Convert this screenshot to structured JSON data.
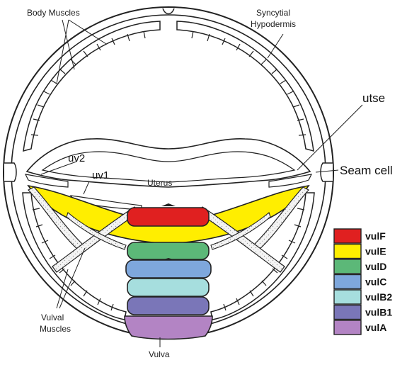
{
  "labels": {
    "body_muscles": "Body Muscles",
    "syncytial_line1": "Syncytial",
    "syncytial_line2": "Hypodermis",
    "utse": "utse",
    "seam_cell": "Seam cell",
    "uv2": "uv2",
    "uv1": "uv1",
    "uterus": "Uterus",
    "vulval_line1": "Vulval",
    "vulval_line2": "Muscles",
    "vulva": "Vulva"
  },
  "legend": [
    {
      "name": "vulF",
      "color": "#e02020"
    },
    {
      "name": "vulE",
      "color": "#ffee00"
    },
    {
      "name": "vulD",
      "color": "#5cb878"
    },
    {
      "name": "vulC",
      "color": "#7ea7dc"
    },
    {
      "name": "vulB2",
      "color": "#a6dede"
    },
    {
      "name": "vulB1",
      "color": "#7a76b8"
    },
    {
      "name": "vulA",
      "color": "#b384c4"
    }
  ]
}
